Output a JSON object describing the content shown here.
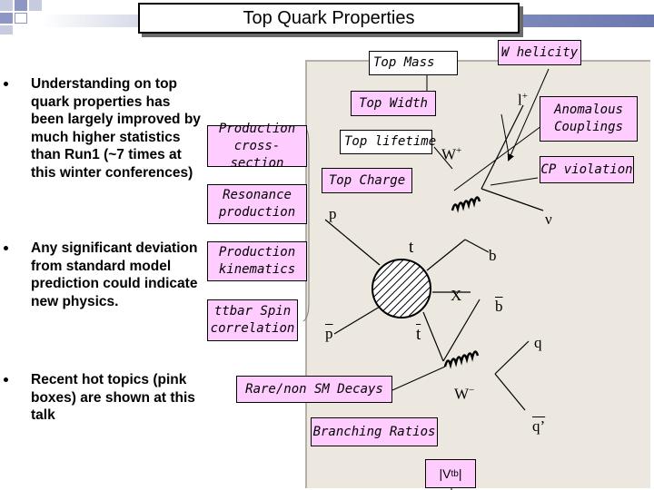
{
  "title": "Top Quark Properties",
  "bullets": [
    "Understanding on top quark properties has been largely improved by much higher statistics than Run1 (~7 times at this winter conferences)",
    "Any significant deviation from standard model prediction could indicate new physics.",
    "Recent hot topics (pink boxes) are shown at this talk"
  ],
  "boxes": {
    "top_mass": "Top Mass",
    "w_helicity": "W helicity",
    "top_width": "Top Width",
    "anomalous_couplings": "Anomalous Couplings",
    "top_lifetime": "Top lifetime",
    "cp_violation": "CP violation",
    "top_charge": "Top Charge",
    "production_cross_section": "Production cross-section",
    "resonance_production": "Resonance production",
    "production_kinematics": "Production kinematics",
    "ttbar_spin_correlation": "ttbar Spin correlation",
    "rare_decays": "Rare/non SM Decays",
    "branching_ratios": "Branching Ratios",
    "vtb_prefix": "|V",
    "vtb_sub": "tb",
    "vtb_suffix": "|"
  },
  "particles": {
    "l_plus": "l",
    "l_plus_sup": "+",
    "w_plus": "W",
    "w_plus_sup": "+",
    "p": "p",
    "nu": "ν",
    "t": "t",
    "b": "b",
    "x": "X",
    "b_bar": "b",
    "p_bar": "p",
    "t_bar": "t",
    "q": "q",
    "w_minus": "W",
    "w_minus_sup": "−",
    "q_prime": "q’"
  },
  "colors": {
    "pink": "#ffccff",
    "panel": "#ece8e0"
  }
}
